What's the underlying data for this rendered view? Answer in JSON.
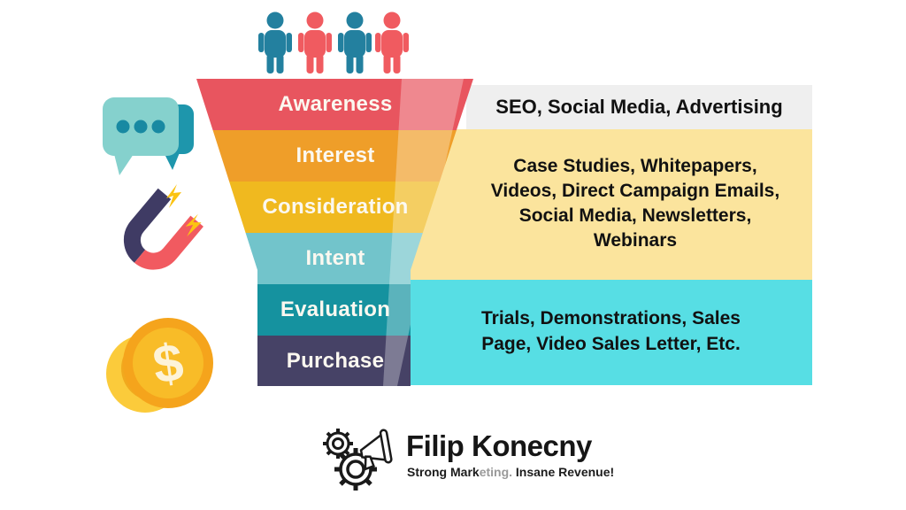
{
  "funnel": {
    "stages": [
      {
        "label": "Awareness",
        "color": "#E8555F"
      },
      {
        "label": "Interest",
        "color": "#EF9E29"
      },
      {
        "label": "Consideration",
        "color": "#F0B91F"
      },
      {
        "label": "Intent",
        "color": "#72C4CB"
      },
      {
        "label": "Evaluation",
        "color": "#15929F"
      },
      {
        "label": "Purchase",
        "color": "#464266"
      }
    ]
  },
  "panels": [
    {
      "bg": "#EFEFEF",
      "lines": [
        "SEO, Social Media, Advertising"
      ]
    },
    {
      "bg": "#FBE49D",
      "lines": [
        "Case Studies, Whitepapers,",
        "Videos, Direct Campaign Emails,",
        "Social Media, Newsletters,",
        "Webinars"
      ]
    },
    {
      "bg": "#57DEE4",
      "lines": [
        "Trials, Demonstrations, Sales",
        "Page, Video Sales Letter, Etc."
      ]
    }
  ],
  "people": {
    "colors": [
      "#23809F",
      "#F05B60",
      "#23809F",
      "#F05B60"
    ]
  },
  "icons": {
    "chat": {
      "front": "#85D1CD",
      "back": "#1E96AC",
      "dots": "#1889A2"
    },
    "magnet": {
      "left": "#3F3B64",
      "right": "#F15A60",
      "bolt": "#FBC313"
    },
    "coins": {
      "back": "#FBCB3B",
      "shade": "#F1A91E",
      "front": "#F5A41C",
      "inner": "#F8BC28",
      "dollar": "#FDF3D8",
      "dollar_sign": "$"
    },
    "logo_stroke": "#1a1a1a"
  },
  "branding": {
    "name": "Filip Konecny",
    "tagline": {
      "part1": "Strong Mark",
      "part2": "eting. ",
      "part3": "Insane Revenue!"
    }
  }
}
